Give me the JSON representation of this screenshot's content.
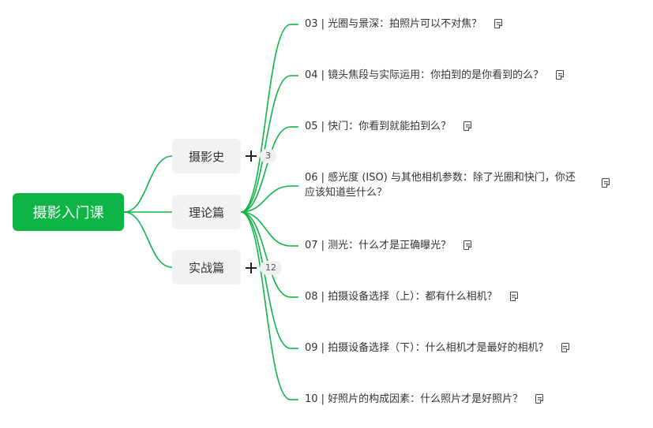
{
  "mindmap": {
    "root": "摄影入门课",
    "accent_color": "#0fb447",
    "branches": [
      {
        "label": "摄影史",
        "collapsed_count": "3"
      },
      {
        "label": "理论篇"
      },
      {
        "label": "实战篇",
        "collapsed_count": "12"
      }
    ],
    "leaves": [
      "03 | 光圈与景深：拍照片可以不对焦？",
      "04 | 镜头焦段与实际运用：你拍到的是你看到的么？",
      "05 | 快门：你看到就能拍到么？",
      "06 | 感光度 (ISO) 与其他相机参数：除了光圈和快门，你还应该知道些什么？",
      "07 | 测光：什么才是正确曝光？",
      "08 | 拍摄设备选择（上）：都有什么相机？",
      "09 | 拍摄设备选择（下）：什么相机才是最好的相机？",
      "10 | 好照片的构成因素：什么照片才是好照片？"
    ],
    "leaf_note_icon": "note-icon",
    "expand_icon": "plus-icon"
  }
}
